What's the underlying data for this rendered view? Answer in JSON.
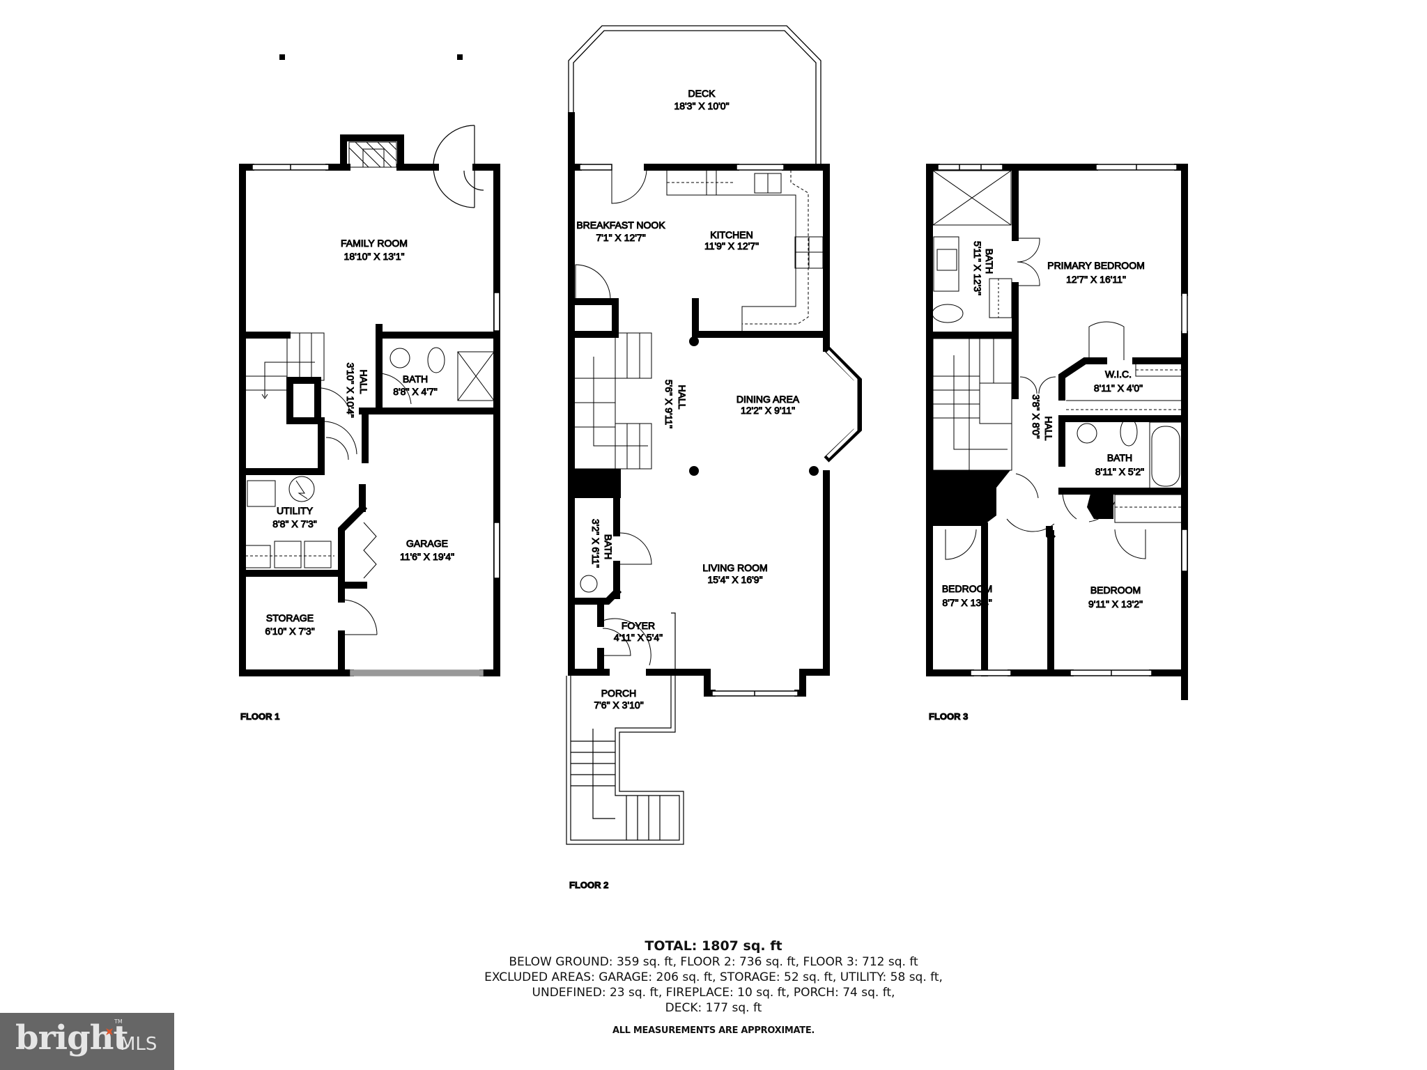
{
  "floors": [
    {
      "label": "FLOOR 1",
      "rooms": [
        {
          "name": "FAMILY ROOM",
          "dims": "18'10\" X 13'1\""
        },
        {
          "name": "HALL",
          "dims": "3'10\" X 10'4\""
        },
        {
          "name": "BATH",
          "dims": "8'8\" X 4'7\""
        },
        {
          "name": "UTILITY",
          "dims": "8'8\" X 7'3\""
        },
        {
          "name": "GARAGE",
          "dims": "11'6\" X 19'4\""
        },
        {
          "name": "STORAGE",
          "dims": "6'10\" X 7'3\""
        }
      ]
    },
    {
      "label": "FLOOR 2",
      "rooms": [
        {
          "name": "DECK",
          "dims": "18'3\" X 10'0\""
        },
        {
          "name": "BREAKFAST NOOK",
          "dims": "7'1\" X 12'7\""
        },
        {
          "name": "KITCHEN",
          "dims": "11'9\" X 12'7\""
        },
        {
          "name": "HALL",
          "dims": "5'6\" X 9'11\""
        },
        {
          "name": "DINING AREA",
          "dims": "12'2\" X 9'11\""
        },
        {
          "name": "BATH",
          "dims": "3'2\" X 6'11\""
        },
        {
          "name": "LIVING ROOM",
          "dims": "15'4\" X 16'9\""
        },
        {
          "name": "FOYER",
          "dims": "4'11\" X 5'4\""
        },
        {
          "name": "PORCH",
          "dims": "7'6\" X 3'10\""
        }
      ]
    },
    {
      "label": "FLOOR 3",
      "rooms": [
        {
          "name": "BATH",
          "dims": "5'11\" X 12'3\""
        },
        {
          "name": "PRIMARY BEDROOM",
          "dims": "12'7\" X 16'11\""
        },
        {
          "name": "W.I.C.",
          "dims": "8'11\" X 4'0\""
        },
        {
          "name": "HALL",
          "dims": "3'8\" X 8'0\""
        },
        {
          "name": "BATH",
          "dims": "8'11\" X 5'2\""
        },
        {
          "name": "BEDROOM",
          "dims": "8'7\" X 13'4\""
        },
        {
          "name": "BEDROOM",
          "dims": "9'11\" X 13'2\""
        }
      ]
    }
  ],
  "summary": {
    "total": "TOTAL: 1807 sq. ft",
    "lines": [
      "BELOW GROUND: 359 sq. ft, FLOOR 2: 736 sq. ft, FLOOR 3: 712 sq. ft",
      "EXCLUDED AREAS: GARAGE: 206 sq. ft, STORAGE: 52 sq. ft, UTILITY: 58 sq. ft,",
      "UNDEFINED: 23 sq. ft, FIREPLACE: 10 sq. ft, PORCH: 74 sq. ft,",
      "DECK: 177 sq. ft"
    ],
    "note": "ALL MEASUREMENTS ARE APPROXIMATE."
  },
  "logo": {
    "brand": "bright",
    "suffix": "MLS",
    "trademark": "TM"
  },
  "colors": {
    "wall": "#000000",
    "background": "#ffffff",
    "logo_bg": "#666666",
    "logo_accent": "#e0552b"
  }
}
